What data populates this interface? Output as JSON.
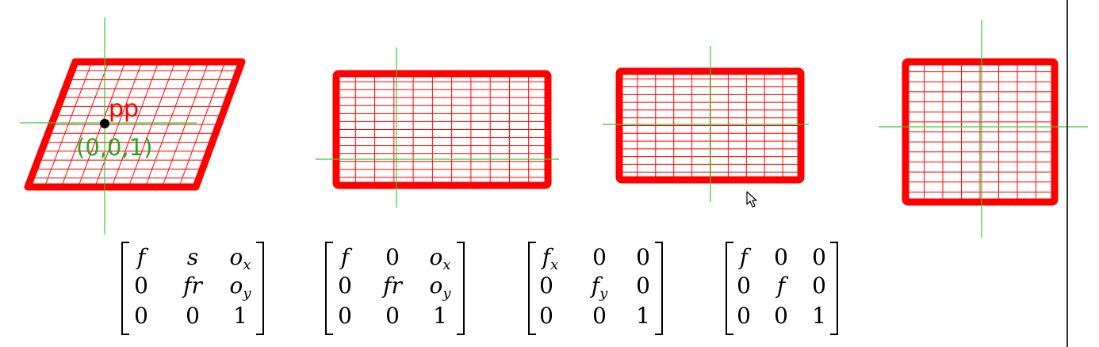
{
  "colors": {
    "frame": "#ff0000",
    "grid": "#ff0000",
    "axes": "#33cc33",
    "point": "#000000",
    "label_pp": "#ff0000",
    "label_origin": "#22aa22"
  },
  "labels": {
    "principal_point": "pp",
    "origin": "(0,0,1)"
  },
  "matrices": [
    {
      "rows": [
        [
          "f",
          "s",
          "o_x"
        ],
        [
          "0",
          "fr",
          "o_y"
        ],
        [
          "0",
          "0",
          "1"
        ]
      ]
    },
    {
      "rows": [
        [
          "f",
          "0",
          "o_x"
        ],
        [
          "0",
          "fr",
          "o_y"
        ],
        [
          "0",
          "0",
          "1"
        ]
      ]
    },
    {
      "rows": [
        [
          "f_x",
          "0",
          "0"
        ],
        [
          "0",
          "f_y",
          "0"
        ],
        [
          "0",
          "0",
          "1"
        ]
      ]
    },
    {
      "rows": [
        [
          "f",
          "0",
          "0"
        ],
        [
          "0",
          "f",
          "0"
        ],
        [
          "0",
          "0",
          "1"
        ]
      ]
    }
  ],
  "cursor_icon": "mouse-pointer-icon"
}
